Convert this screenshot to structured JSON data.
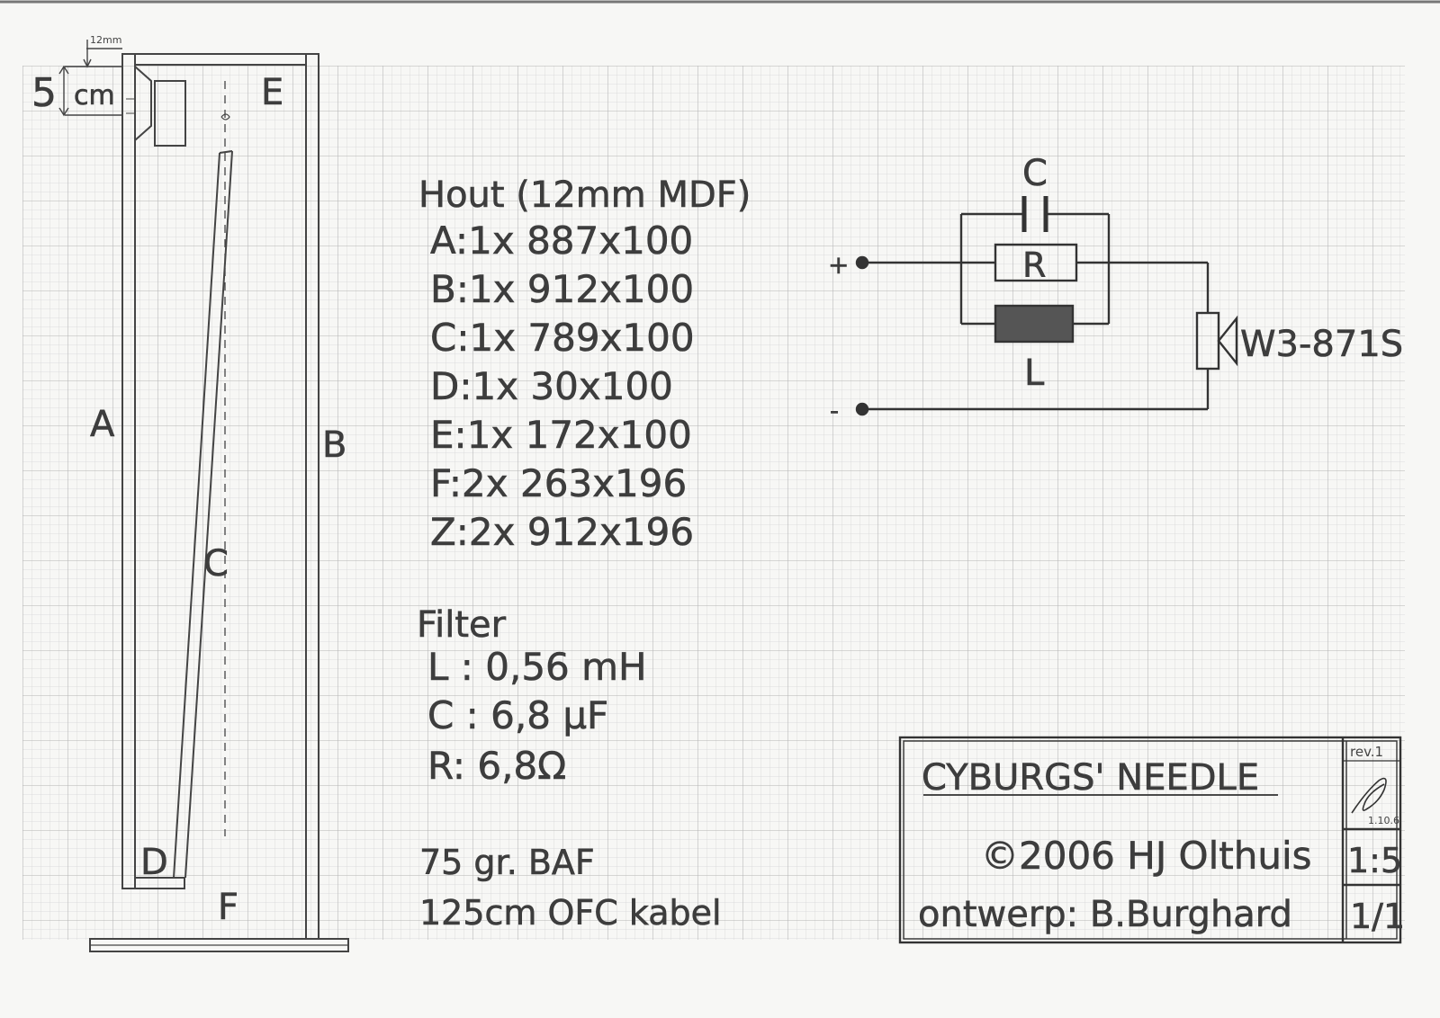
{
  "drawing": {
    "dims": {
      "offset": "12mm",
      "cm_value": "5",
      "cm_unit": "cm"
    },
    "panel_labels": {
      "A": "A",
      "B": "B",
      "C": "C",
      "D": "D",
      "E": "E",
      "F": "F"
    }
  },
  "wood": {
    "title": "Hout (12mm MDF)",
    "items": [
      "A:1x  887x100",
      "B:1x  912x100",
      "C:1x  789x100",
      "D:1x  30x100",
      "E:1x  172x100",
      "F:2x 263x196",
      "Z:2x 912x196"
    ]
  },
  "filter": {
    "title": "Filter",
    "items": [
      "L : 0,56 mH",
      "C : 6,8 μF",
      "R: 6,8Ω"
    ]
  },
  "extras": [
    "75 gr. BAF",
    "125cm OFC kabel"
  ],
  "circuit": {
    "plus": "+",
    "minus": "-",
    "c_label": "C",
    "r_label": "R",
    "l_label": "L",
    "driver": "W3-871S"
  },
  "titleblock": {
    "title": "CYBURGS' NEEDLE",
    "copyright": "©2006  HJ Olthuis",
    "design": "ontwerp: B.Burghard",
    "rev": "rev.1",
    "date": "1.10.6",
    "scale": "1:5",
    "sheet": "1/1"
  },
  "colors": {
    "paper": "#f7f7f5",
    "grid_minor": "#d4d4d4",
    "grid_major": "#b2b2b2",
    "pencil": "#3d3d3d"
  }
}
